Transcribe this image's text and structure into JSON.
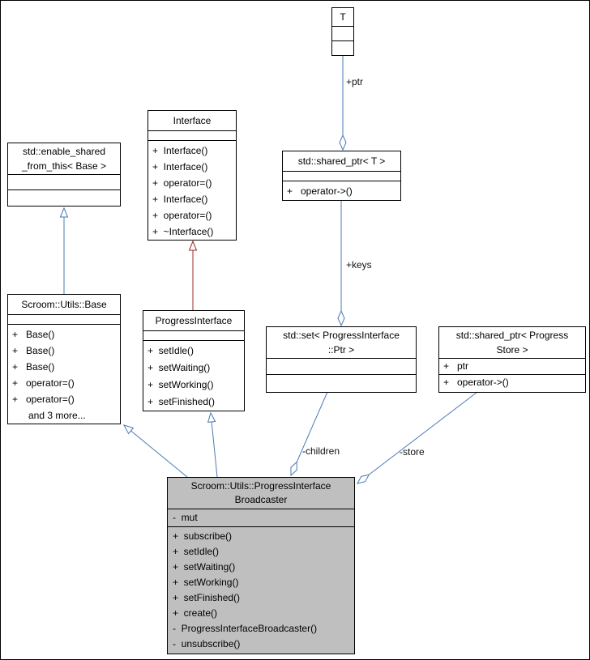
{
  "colors": {
    "edge_blue": "#4a7ab5",
    "edge_red": "#9a2b2b",
    "box_border": "#000000",
    "box_fill": "#ffffff",
    "highlight_fill": "#bfbfbf"
  },
  "classes": {
    "t": {
      "title": "T"
    },
    "shared_ptr_t": {
      "title": "std::shared_ptr< T >",
      "methods": [
        "+   operator->()"
      ]
    },
    "interface": {
      "title": "Interface",
      "methods": [
        "+  Interface()",
        "+  Interface()",
        "+  operator=()",
        "+  Interface()",
        "+  operator=()",
        "+  ~Interface()"
      ]
    },
    "enable_shared": {
      "title": "std::enable_shared\n_from_this< Base >"
    },
    "base": {
      "title": "Scroom::Utils::Base",
      "methods": [
        "+   Base()",
        "+   Base()",
        "+   Base()",
        "+   operator=()",
        "+   operator=()",
        "      and 3 more..."
      ]
    },
    "progress_interface": {
      "title": "ProgressInterface",
      "methods": [
        "+  setIdle()",
        "+  setWaiting()",
        "+  setWorking()",
        "+  setFinished()"
      ]
    },
    "set_progress": {
      "title": "std::set< ProgressInterface\n::Ptr >"
    },
    "shared_ptr_store": {
      "title": "std::shared_ptr< Progress\nStore >",
      "attributes": [
        "+   ptr"
      ],
      "methods": [
        "+   operator->()"
      ]
    },
    "broadcaster": {
      "title": "Scroom::Utils::ProgressInterface\nBroadcaster",
      "attributes": [
        "-  mut"
      ],
      "methods": [
        "+  subscribe()",
        "+  setIdle()",
        "+  setWaiting()",
        "+  setWorking()",
        "+  setFinished()",
        "+  create()",
        "-  ProgressInterfaceBroadcaster()",
        "-  unsubscribe()"
      ]
    }
  },
  "edges": {
    "ptr": "+ptr",
    "keys": "+keys",
    "children": "-children",
    "store": "-store"
  }
}
